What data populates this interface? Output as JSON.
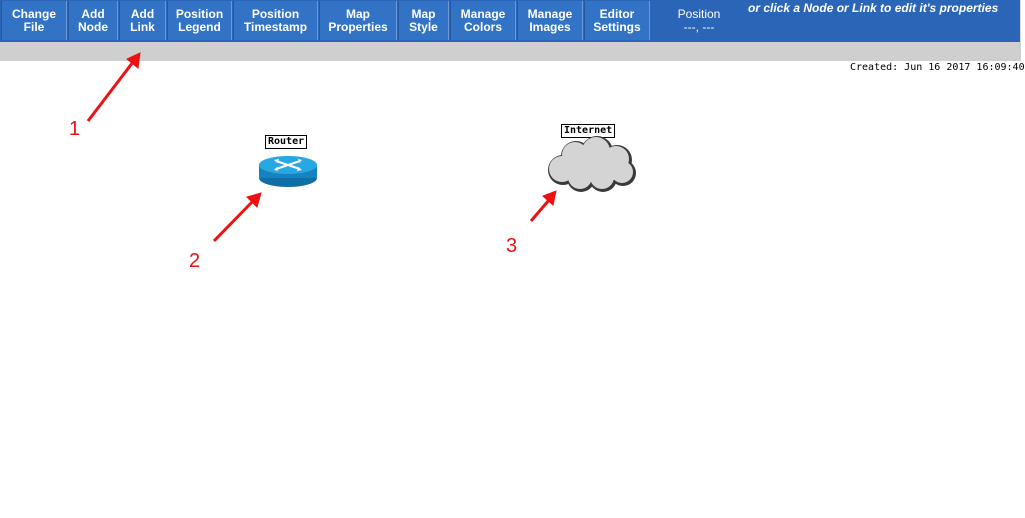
{
  "toolbar": {
    "buttons": [
      {
        "line1": "Change",
        "line2": "File"
      },
      {
        "line1": "Add",
        "line2": "Node"
      },
      {
        "line1": "Add",
        "line2": "Link"
      },
      {
        "line1": "Position",
        "line2": "Legend"
      },
      {
        "line1": "Position",
        "line2": "Timestamp"
      },
      {
        "line1": "Map",
        "line2": "Properties"
      },
      {
        "line1": "Map",
        "line2": "Style"
      },
      {
        "line1": "Manage",
        "line2": "Colors"
      },
      {
        "line1": "Manage",
        "line2": "Images"
      },
      {
        "line1": "Editor",
        "line2": "Settings"
      }
    ],
    "position_label": "Position",
    "position_value": "---, ---",
    "hint": "or click a Node or Link to edit it's properties"
  },
  "map": {
    "timestamp": "Created: Jun 16 2017 16:09:40",
    "nodes": [
      {
        "label": "Router",
        "icon": "router-icon"
      },
      {
        "label": "Internet",
        "icon": "cloud-icon"
      }
    ]
  },
  "annotations": [
    "1",
    "2",
    "3"
  ],
  "colors": {
    "toolbar_bg": "#2a65b8",
    "button_bg": "#3273c6",
    "annotation": "#ee1111",
    "router_blue": "#1a9bd7",
    "cloud_gray": "#d4d4d4"
  }
}
